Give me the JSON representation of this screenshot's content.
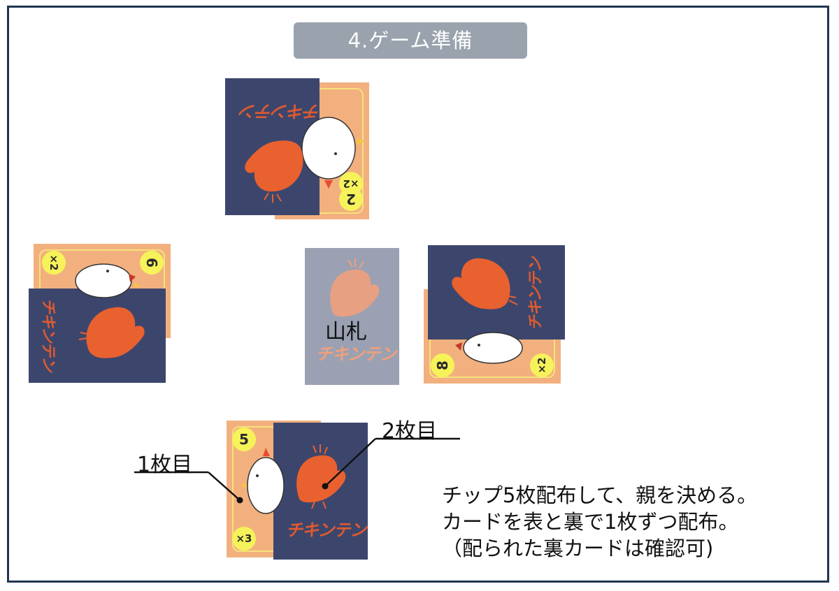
{
  "title": "4.ゲーム準備",
  "deck_label": "山札",
  "logo_text": "チキンテン",
  "callouts": {
    "first": "1枚目",
    "second": "2枚目"
  },
  "instructions": [
    "チップ5枚配布して、親を決める。",
    "カードを表と裏で1枚ずつ配布。",
    "（配られた裏カードは確認可)"
  ],
  "cards": {
    "top_face": {
      "value": "2",
      "multiplier": "×2"
    },
    "left_face": {
      "value": "6",
      "multiplier": "×2"
    },
    "right_face": {
      "value": "8",
      "multiplier": "×2"
    },
    "bottom_face": {
      "value": "5",
      "multiplier": "×3"
    }
  },
  "colors": {
    "card_back": "#3c466d",
    "card_face": "#f2b07f",
    "deck": "#9ba1b2",
    "chicken": "#e9612f",
    "chip": "#f6f25a",
    "frame": "#1f3550",
    "title_bg": "#9aa3ad"
  }
}
